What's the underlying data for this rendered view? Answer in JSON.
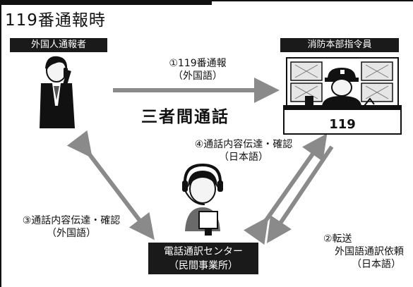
{
  "title": "119番通報時",
  "nodes": {
    "foreign_caller": "外国人通報者",
    "dispatcher": "消防本部指令員",
    "center_line1": "電話通訳センター",
    "center_line2": "（民間事業所）",
    "desk_number": "119"
  },
  "flows": {
    "f1_line1": "①119番通報",
    "f1_line2": "（外国語）",
    "f2_line1": "②転送",
    "f2_line2": "外国語通訳依頼",
    "f2_line3": "（日本語）",
    "f3_line1": "③通話内容伝達・確認",
    "f3_line2": "（外国語）",
    "f4_line1": "④通話内容伝達・確認",
    "f4_line2": "（日本語）"
  },
  "center_caption": "三者間通話",
  "colors": {
    "arrow": "#8a8a8a",
    "label_bg": "#1a1a1a",
    "label_text": "#ffffff"
  }
}
